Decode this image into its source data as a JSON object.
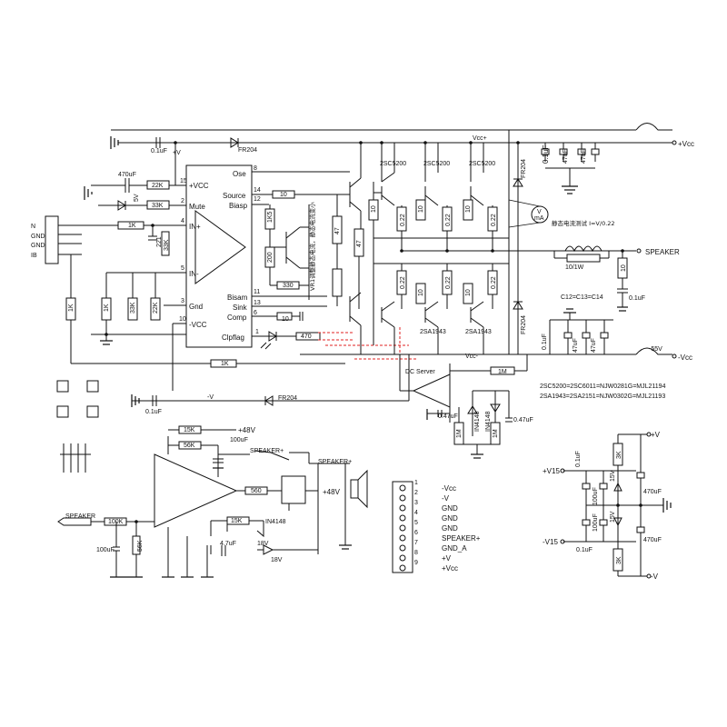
{
  "chip": {
    "pins_left": [
      {
        "num": "15",
        "label": "+VCC"
      },
      {
        "num": "2",
        "label": "Mute"
      },
      {
        "num": "4",
        "label": "IN+"
      },
      {
        "num": "5",
        "label": "IN-"
      },
      {
        "num": "3",
        "label": "Gnd"
      },
      {
        "num": "10",
        "label": "-VCC"
      }
    ],
    "pins_right": [
      {
        "num": "8",
        "label": "Ose"
      },
      {
        "num": "14",
        "label": "Source"
      },
      {
        "num": "12",
        "label": "Biasp"
      },
      {
        "num": "11",
        "label": "Bisam"
      },
      {
        "num": "13",
        "label": "Sink"
      },
      {
        "num": "6",
        "label": "Comp"
      },
      {
        "num": "1",
        "label": "Clpflag"
      }
    ]
  },
  "rails": {
    "vcc_top": "Vcc+",
    "vcc_bot": "Vcc-",
    "plus_vcc": "+Vcc",
    "minus_vcc": "-Vcc",
    "minus_55v": "-55V",
    "plus_v": "+V",
    "minus_v": "-V",
    "plus_48v": "+48V",
    "plus_48v_b": "+48V",
    "speaker": "SPEAKER",
    "speaker_plus": "SPEAKER+",
    "speaker_plus_b": "SPEAKER+",
    "speaker_in": "SPEAKER",
    "v15_plus": "+V15",
    "v15_minus": "-V15",
    "psu_plus_v": "+V",
    "psu_minus_v": "-V"
  },
  "parts": {
    "fr204_top": "FR204",
    "fr204_bot": "FR204",
    "fr204_r1": "FR204",
    "fr204_r2": "FR204",
    "c01_top": "0.1uF",
    "c01_bot": "0.1uF",
    "c470": "470uF",
    "r22k": "22K",
    "r33k": "33K",
    "v5": "5V",
    "r1k_in": "1K",
    "c221": "221",
    "r33k_v": "33K",
    "r1k_left": "1K",
    "r1k_left2": "1K",
    "r33k_b": "33K",
    "r22k_b": "22K",
    "r10_src": "10",
    "r1k5": "1K5",
    "r200": "200",
    "r330": "330",
    "r10_comp": "10",
    "r470": "470",
    "r1k_fb": "1K",
    "r47_a": "47",
    "r47_b": "47",
    "q_top": [
      "2SC5200",
      "2SC5200",
      "2SC5200"
    ],
    "q_bot": [
      "2SA1943",
      "2SA1943"
    ],
    "r10": "10",
    "r022": "0.22",
    "ind": "10/1W",
    "r10_out": "10",
    "c01_out": "0.1uF",
    "c12": "C12=C13=C14",
    "c47": "47uF",
    "c01_rail": "0.1uF",
    "c47_top": "47uF",
    "dc_server": "DC Server",
    "r1m_a": "1M",
    "r1m_b": "1M",
    "c047": "0.47uF",
    "c047_b": "0.47uF",
    "d4148a": "IN4148",
    "d4148b": "IN4148",
    "vr_note": "VR1调整静态电流，静态电流变小",
    "meter_note": "静态电流测试 I=V/0.22",
    "meter_v": "V",
    "meter_ma": "mA",
    "equiv1": "2SC5200=2SC6011=NJW0281G=MJL21194",
    "equiv2": "2SA1943=2SA2151=NJW0302G=MJL21193",
    "r15k_a": "15K",
    "r56k_a": "56K",
    "c100uf_a": "100uF",
    "r560": "560",
    "d4148c": "IN4148",
    "r100k": "100K",
    "r56k_b": "56K",
    "c100uf_b": "100uF",
    "r15k_b": "15K",
    "c47uf": "4.7uF",
    "z18v_a": "18V",
    "z18v_b": "18V",
    "psu_3k_a": "3K",
    "psu_3k_b": "3K",
    "psu_15v_a": "15V",
    "psu_15v_b": "15V",
    "psu_470_a": "470uF",
    "psu_470_b": "470uF",
    "psu_01_a": "0.1uF",
    "psu_01_b": "0.1uF",
    "psu_100_a": "100uF",
    "psu_100_b": "100uF",
    "left_labels": [
      "N",
      "GND",
      "GND",
      "IB"
    ]
  },
  "connector": {
    "pins": [
      {
        "num": "1",
        "label": "-Vcc"
      },
      {
        "num": "2",
        "label": "-V"
      },
      {
        "num": "3",
        "label": "GND"
      },
      {
        "num": "4",
        "label": "GND"
      },
      {
        "num": "5",
        "label": "GND"
      },
      {
        "num": "6",
        "label": "SPEAKER+"
      },
      {
        "num": "7",
        "label": "GND_A"
      },
      {
        "num": "8",
        "label": "+V"
      },
      {
        "num": "9",
        "label": "+Vcc"
      }
    ]
  }
}
